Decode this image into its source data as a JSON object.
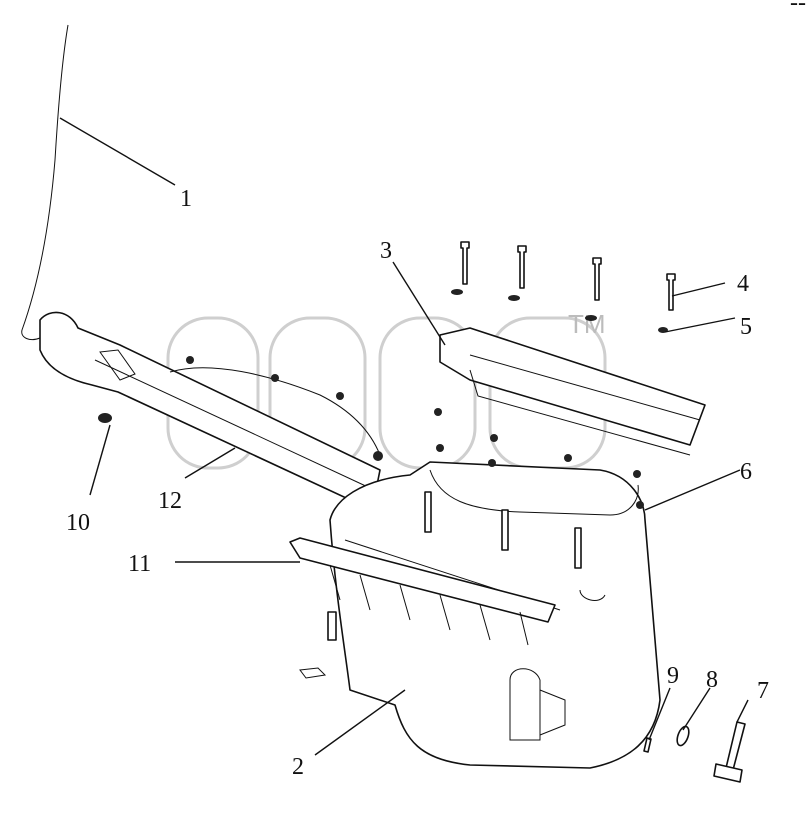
{
  "watermark": {
    "mark": "TM"
  },
  "callouts": [
    {
      "id": "1",
      "label": "1"
    },
    {
      "id": "2",
      "label": "2"
    },
    {
      "id": "3",
      "label": "3"
    },
    {
      "id": "4",
      "label": "4"
    },
    {
      "id": "5",
      "label": "5"
    },
    {
      "id": "6",
      "label": "6"
    },
    {
      "id": "7",
      "label": "7"
    },
    {
      "id": "8",
      "label": "8"
    },
    {
      "id": "9",
      "label": "9"
    },
    {
      "id": "10",
      "label": "10"
    },
    {
      "id": "11",
      "label": "11"
    },
    {
      "id": "12",
      "label": "12"
    }
  ],
  "corner_mark": "--"
}
